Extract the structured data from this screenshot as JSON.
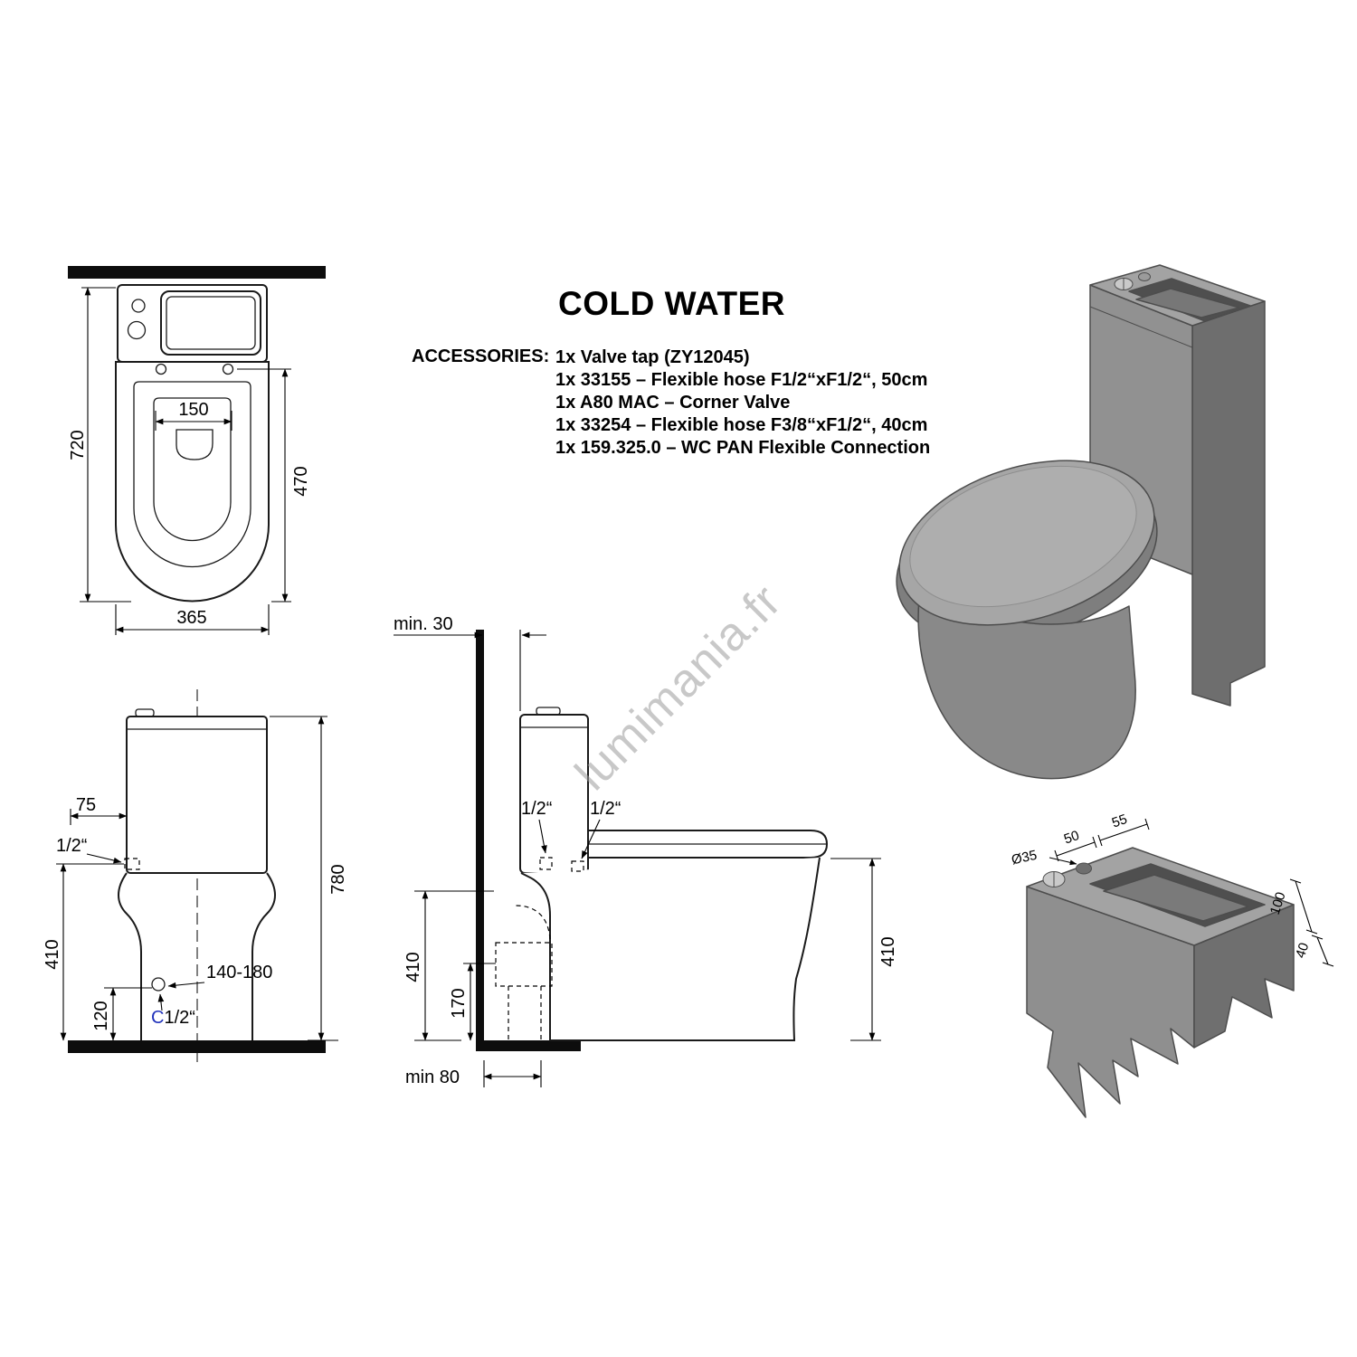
{
  "title": "COLD WATER",
  "accessories": {
    "label": "ACCESSORIES:",
    "items": [
      "1x Valve tap (ZY12045)",
      "1x 33155 – Flexible hose F1/2“xF1/2“, 50cm",
      "1x A80 MAC – Corner Valve",
      "1x 33254 – Flexible hose F3/8“xF1/2“, 40cm",
      "1x 159.325.0 – WC PAN Flexible Connection"
    ]
  },
  "watermark": "lumimania.fr",
  "top_view": {
    "depth": "720",
    "seat_depth": "470",
    "seat_width": "150",
    "width": "365"
  },
  "front_view": {
    "tap_offset": "75",
    "inlet": "1/2“",
    "inlet_height": "410",
    "drain_offset_height": "120",
    "drain_range": "140-180",
    "c_label": "C",
    "c_size": "1/2“",
    "total_height": "780"
  },
  "side_view": {
    "wall_gap": "min. 30",
    "inlet_a": "1/2“",
    "inlet_b": "1/2“",
    "inlet_height": "410",
    "drain_height": "170",
    "floor_gap": "min 80",
    "seat_height": "410"
  },
  "detail_view": {
    "hole_dia": "Ø35",
    "dim_50": "50",
    "dim_55": "55",
    "dim_100": "100",
    "dim_40": "40"
  }
}
